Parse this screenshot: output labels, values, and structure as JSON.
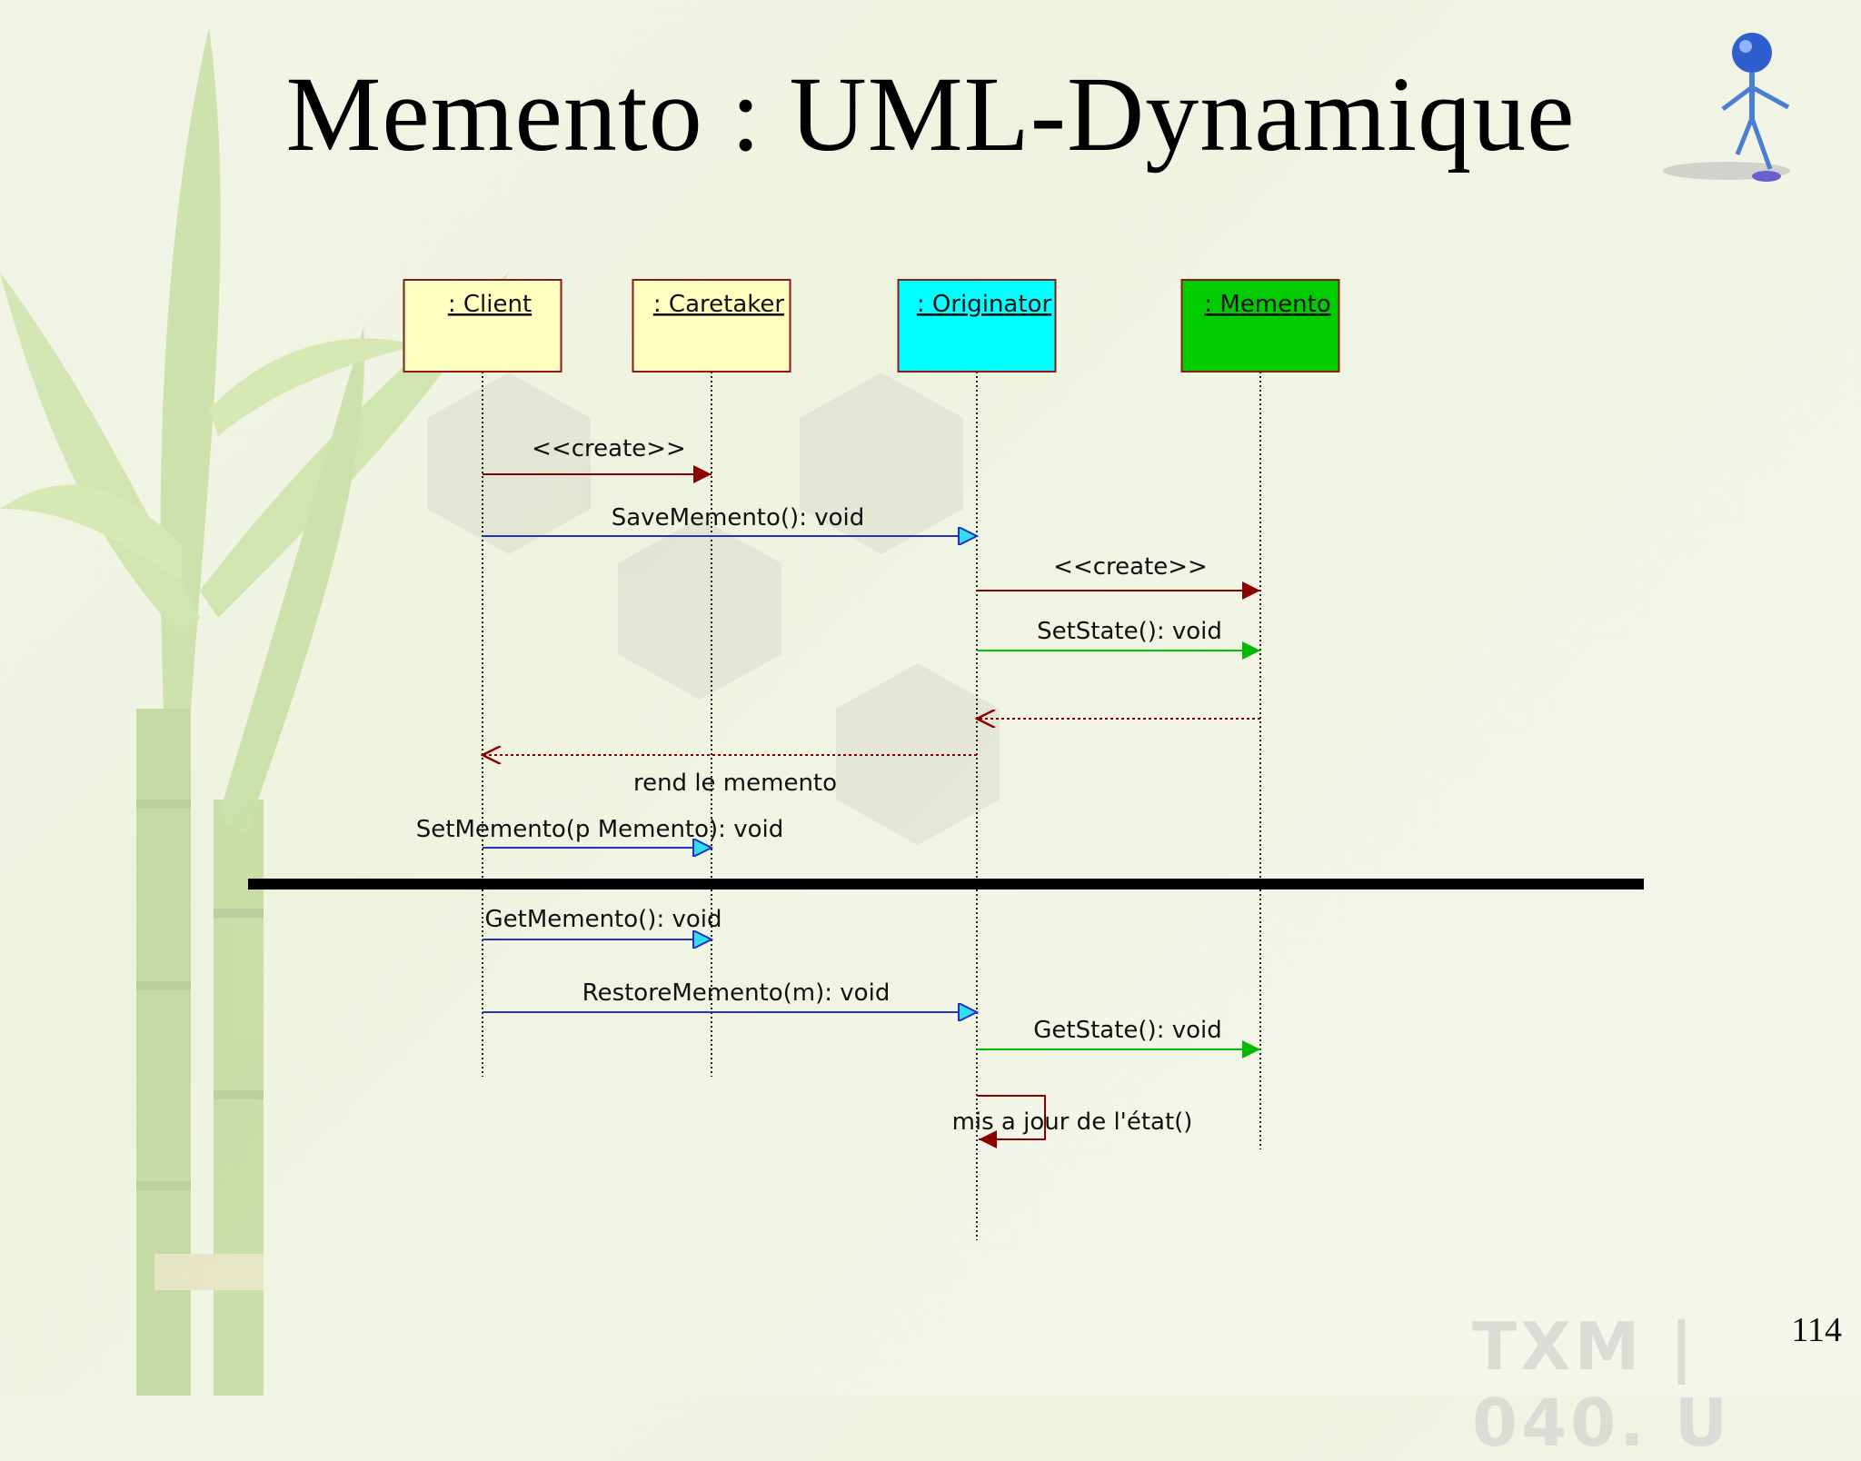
{
  "slide": {
    "title": "Memento : UML-Dynamique",
    "page_number": "114",
    "watermark": "TXM | 040. U"
  },
  "diagram": {
    "objects": [
      {
        "name": "client",
        "label": ": Client",
        "fill": "#ffffc0"
      },
      {
        "name": "caretaker",
        "label": ": Caretaker",
        "fill": "#ffffc0"
      },
      {
        "name": "originator",
        "label": ": Originator",
        "fill": "#00ffff"
      },
      {
        "name": "memento",
        "label": ": Memento",
        "fill": "#00cc00"
      }
    ],
    "messages": [
      {
        "label": "<<create>>",
        "from": "client",
        "to": "caretaker",
        "style": "create"
      },
      {
        "label": "SaveMemento(): void",
        "from": "client",
        "to": "originator",
        "style": "call"
      },
      {
        "label": "<<create>>",
        "from": "originator",
        "to": "memento",
        "style": "create"
      },
      {
        "label": "SetState(): void",
        "from": "originator",
        "to": "memento",
        "style": "signal"
      },
      {
        "label": "",
        "from": "memento",
        "to": "originator",
        "style": "return"
      },
      {
        "label": "rend le memento",
        "from": "originator",
        "to": "client",
        "style": "return"
      },
      {
        "label": "SetMemento(p Memento): void",
        "from": "client",
        "to": "caretaker",
        "style": "call"
      },
      {
        "label": "GetMemento(): void",
        "from": "client",
        "to": "caretaker",
        "style": "call"
      },
      {
        "label": "RestoreMemento(m): void",
        "from": "client",
        "to": "originator",
        "style": "call"
      },
      {
        "label": "GetState(): void",
        "from": "originator",
        "to": "memento",
        "style": "signal"
      },
      {
        "label": "mis a jour de l'état()",
        "from": "originator",
        "to": "originator",
        "style": "self"
      }
    ],
    "colors": {
      "create": "#8b0000",
      "call": "#2233bb",
      "call_head": "#33ddee",
      "signal": "#00bb00",
      "return": "#8b0000",
      "separator": "#000000",
      "box_border": "#8b1a1a"
    }
  }
}
